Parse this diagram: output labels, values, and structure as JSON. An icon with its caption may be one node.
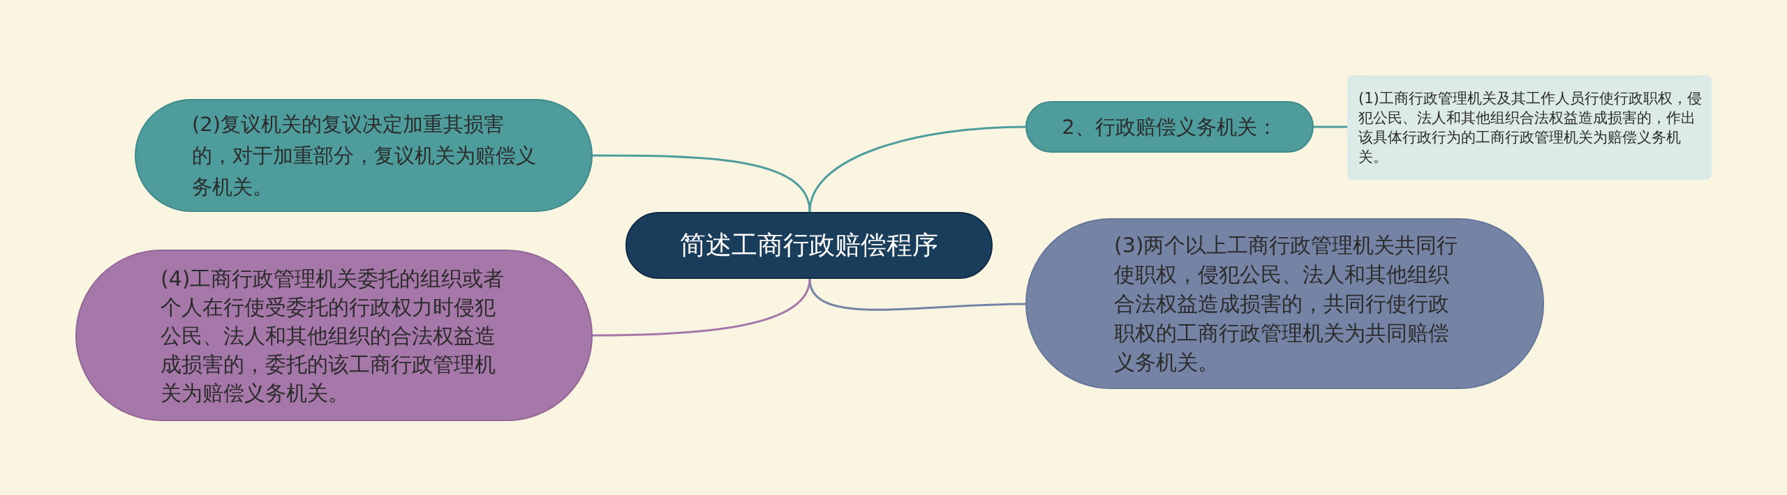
{
  "diagram": {
    "nodes": [
      {
        "text": [
          "简述工商行政赔偿程序"
        ]
      },
      {
        "text": [
          "(2)复议机关的复议决定加重其损害的，对于加重部分，复议机关为赔偿义务机关。"
        ]
      },
      {
        "text": [
          "(4)工商行政管理机关委托的组织或者个人在行使受委托的行政权力时侵犯公民、法人和其他组织的合法权益造成损害的，委托的该工商行政管理机关为赔偿义务机关。"
        ]
      },
      {
        "text": [
          "2、行政赔偿义务机关："
        ]
      },
      {
        "text": [
          "(1)工商行政管理机关及其工作人员行使行政职权，侵犯公民、法人和其他组织合法权益造成损害的，作出该具体行政行为的工商行政管理机关为赔偿义务机关。"
        ]
      },
      {
        "text": [
          "(3)两个以上工商行政管理机关共同行使职权，侵犯公民、法人和其他组织合法权益造成损害的，共同行使行政职权的工商行政管理机关为共同赔偿义务机关。"
        ]
      }
    ],
    "edges": [
      {
        "from": 0,
        "to": 1,
        "arrow": "none"
      },
      {
        "from": 0,
        "to": 3,
        "arrow": "none"
      },
      {
        "from": 3,
        "to": 4,
        "arrow": "none"
      },
      {
        "from": 0,
        "to": 5,
        "arrow": "none",
        "color": "#7584a5"
      },
      {
        "from": 0,
        "to": 2,
        "arrow": "none",
        "color": "#a677a9"
      }
    ]
  }
}
